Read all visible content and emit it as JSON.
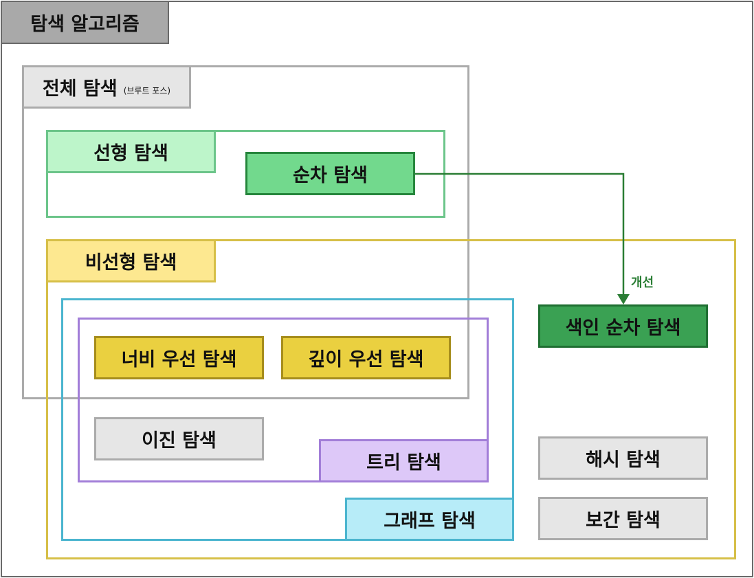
{
  "title": "탐색 알고리즘",
  "brute_force": {
    "label": "전체 탐색",
    "sublabel": "(브루트 포스)"
  },
  "linear": {
    "label": "선형 탐색",
    "sequential": "순차 탐색"
  },
  "nonlinear": {
    "label": "비선형 탐색"
  },
  "graph": {
    "label": "그래프 탐색",
    "bfs": "너비 우선 탐색",
    "dfs": "깊이 우선 탐색"
  },
  "tree": {
    "label": "트리 탐색",
    "binary": "이진 탐색"
  },
  "indexed_sequential": "색인 순차 탐색",
  "hash": "해시 탐색",
  "interpolation": "보간 탐색",
  "arrow_label": "개선",
  "colors": {
    "brute_border": "#ababab",
    "brute_fill": "#e6e6e6",
    "linear_border": "#6cc58a",
    "linear_fill": "#bdf5ca",
    "sequential_fill": "#72d98d",
    "sequential_border": "#26863c",
    "nonlinear_border": "#d6bf48",
    "nonlinear_fill": "#fde890",
    "graph_border": "#4bb5cf",
    "graph_fill": "#b7ecf8",
    "tree_border": "#a27ed8",
    "tree_fill": "#ddc8f8",
    "search_fill": "#ead040",
    "search_border": "#a68d1c",
    "indexed_fill": "#3aa153",
    "indexed_border": "#1f6f32",
    "gray_fill": "#e6e6e6",
    "gray_border": "#ababab",
    "arrow": "#2a7d34"
  }
}
